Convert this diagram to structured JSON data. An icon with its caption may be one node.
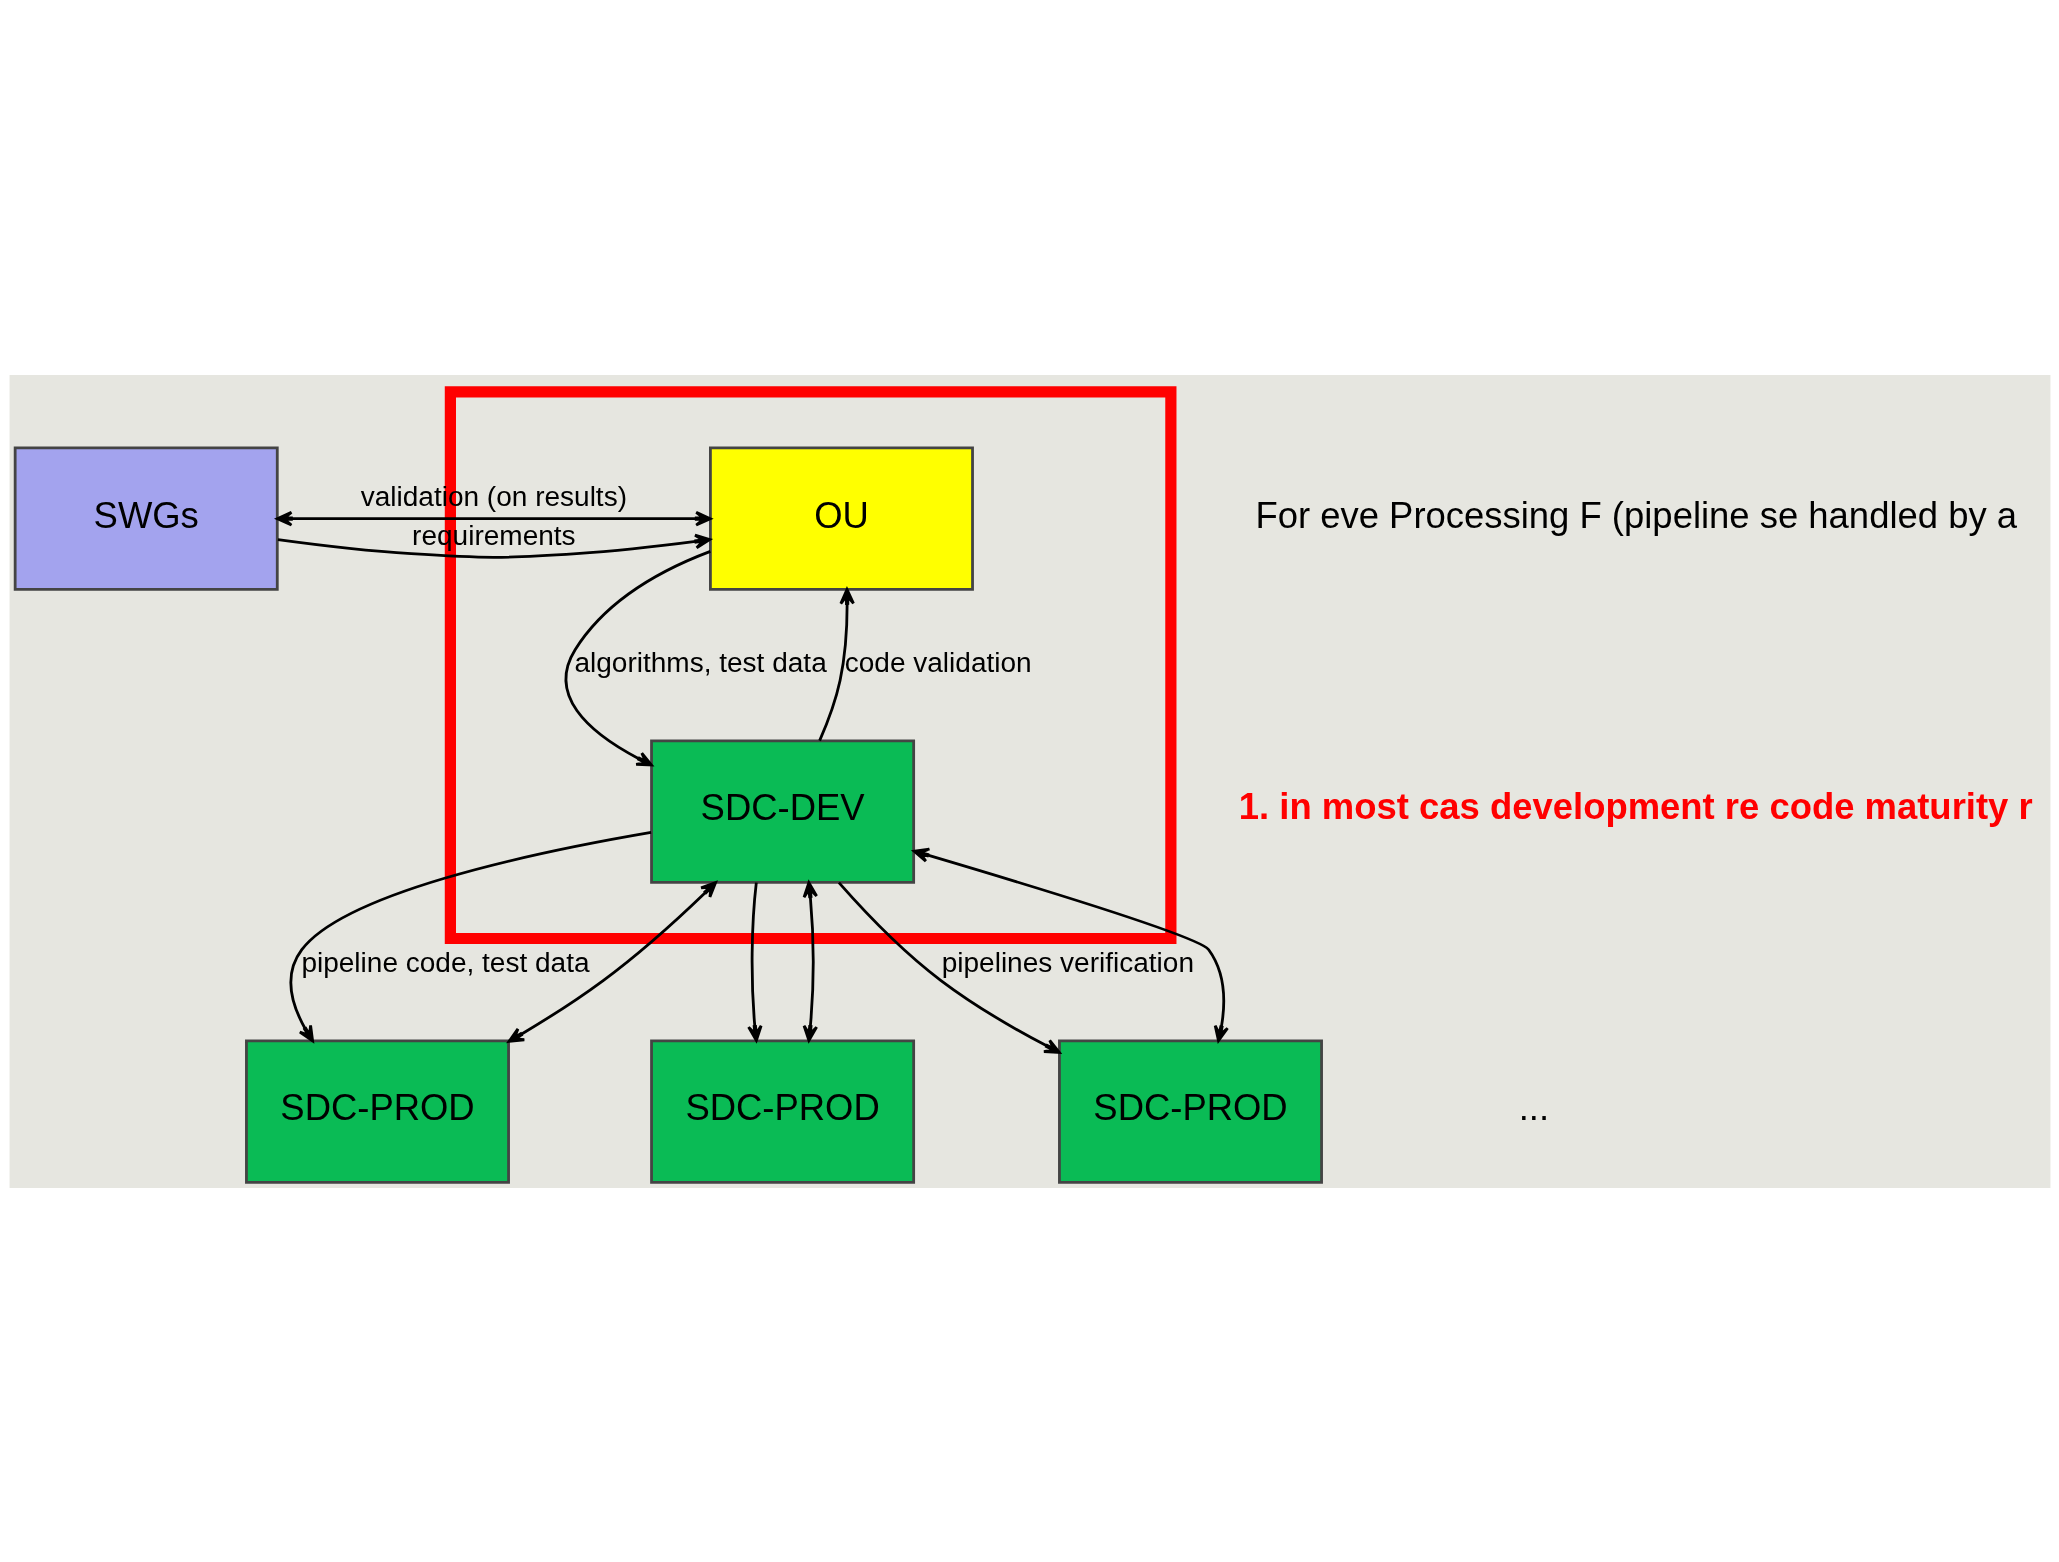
{
  "diagram": {
    "nodes": [
      {
        "text": [
          "SWGs"
        ]
      },
      {
        "text": [],
        "shape": "box"
      },
      {
        "text": [
          "OU"
        ],
        "in": 1
      },
      {
        "text": [
          "SDC-DEV"
        ],
        "in": 1
      },
      {
        "text": [
          "SDC-PROD"
        ]
      },
      {
        "text": [
          "SDC-PROD"
        ]
      },
      {
        "text": [
          "SDC-PROD"
        ]
      }
    ],
    "edges": [
      {
        "from": 0,
        "to": 2,
        "arrow": "to",
        "label": "requirements"
      },
      {
        "from": 0,
        "to": 2,
        "arrow": "both",
        "label": "validation (on results)"
      },
      {
        "from": 2,
        "to": 3,
        "arrow": "to",
        "label": "algorithms, test data"
      },
      {
        "from": 3,
        "to": 2,
        "arrow": "to",
        "label": "code validation"
      },
      {
        "from": 3,
        "to": 4,
        "arrow": "to",
        "label": "pipeline code, test data"
      },
      {
        "from": 3,
        "to": 4,
        "arrow": "both"
      },
      {
        "from": 3,
        "to": 5,
        "arrow": "to"
      },
      {
        "from": 3,
        "to": 5,
        "arrow": "both"
      },
      {
        "from": 3,
        "to": 6,
        "arrow": "to",
        "label": "pipelines verification"
      },
      {
        "from": 3,
        "to": 6,
        "arrow": "both"
      }
    ],
    "labels": [
      "...",
      "For eve Processing F (pipeline se handled by a",
      "1. in most cas development re code maturity r"
    ]
  }
}
